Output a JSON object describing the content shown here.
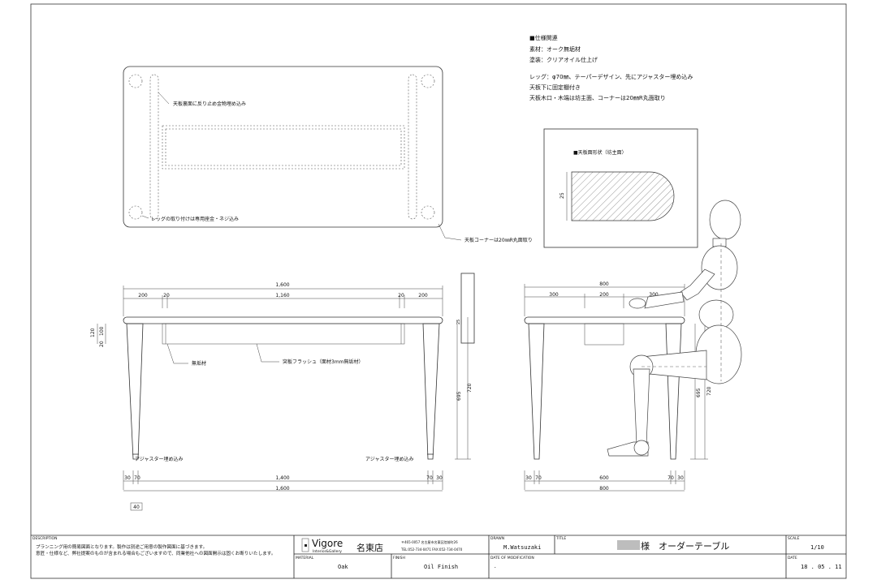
{
  "spec": {
    "heading": "■仕様関連",
    "material_line": "素材：オーク無垢材",
    "finish_line": "塗装：クリアオイル仕上げ",
    "leg_line": "レッグ：φ70㎜、テーパーデザイン、先にアジャスター埋め込み",
    "drawer_line": "天板下に固定棚付き",
    "edge_line": "天板木口・木端は坊主面、コーナーは20㎜R丸面取り"
  },
  "plan_notes": {
    "underside": "天板裏面に反り止め金物埋め込み",
    "leg_mount": "レッグの取り付けは専用座金・ネジ込み",
    "corner": "天板コーナーは20㎜R丸面取り"
  },
  "section_detail": {
    "title": "■天板面形状（坊主面）",
    "thickness": "25"
  },
  "front_view": {
    "overall_top": "1,600",
    "left_offset": "200",
    "left_gap": "20",
    "shelf_width": "1,160",
    "right_gap": "20",
    "right_offset": "200",
    "height_outer": "120",
    "height_inner": "100",
    "gap_lower": "20",
    "top_thickness": "25",
    "leg_height": "695",
    "total_height": "720",
    "solid_label": "無垢材",
    "flush_label": "突板フラッシュ（面材3mm無垢材）",
    "adjuster_left": "アジャスター埋め込み",
    "adjuster_right": "アジャスター埋め込み",
    "bottom_left_a": "30",
    "bottom_left_b": "70",
    "bottom_mid": "1,400",
    "bottom_right_b": "70",
    "bottom_right_a": "30",
    "overall_bottom": "1,600",
    "leg_dia": "40"
  },
  "side_view": {
    "overall_top": "800",
    "left": "300",
    "mid": "200",
    "right": "300",
    "leg_height": "695",
    "total_height": "720",
    "bottom_left_a": "30",
    "bottom_left_b": "70",
    "bottom_mid": "600",
    "bottom_right_b": "70",
    "bottom_right_a": "30",
    "overall_bottom": "800"
  },
  "title_block": {
    "description_label": "DESCRIPTION",
    "description_line1": "プランニング用の簡易図面となります。製作は別途ご用意の製作図面に基づきます。",
    "description_line2": "意匠・仕様など、弊社提案のものが含まれる場合もございますので、同業他社への図面開示は固くお断りいたします。",
    "brand": "Vigore",
    "brand_sub": "Interior&Gallery",
    "store": "名東店",
    "address": "〒465-0057 名古屋市名東区陸前町26",
    "phone": "TEL:052-734-0471  FAX:052-734-0470",
    "drawn_label": "DRAWN",
    "drawn_value": "M.Watsuzaki",
    "title_label": "TITLE",
    "title_suffix": "様　オーダーテーブル",
    "scale_label": "SCALE",
    "scale_value": "1/10",
    "material_label": "MATERIAL",
    "material_value": "Oak",
    "finish_label": "FINISH",
    "finish_value": "Oil Finish",
    "dom_label": "DATE OF MODIFICATION",
    "dom_value": ".",
    "date_label": "DATE",
    "date_value": "18 . 05 . 11"
  }
}
